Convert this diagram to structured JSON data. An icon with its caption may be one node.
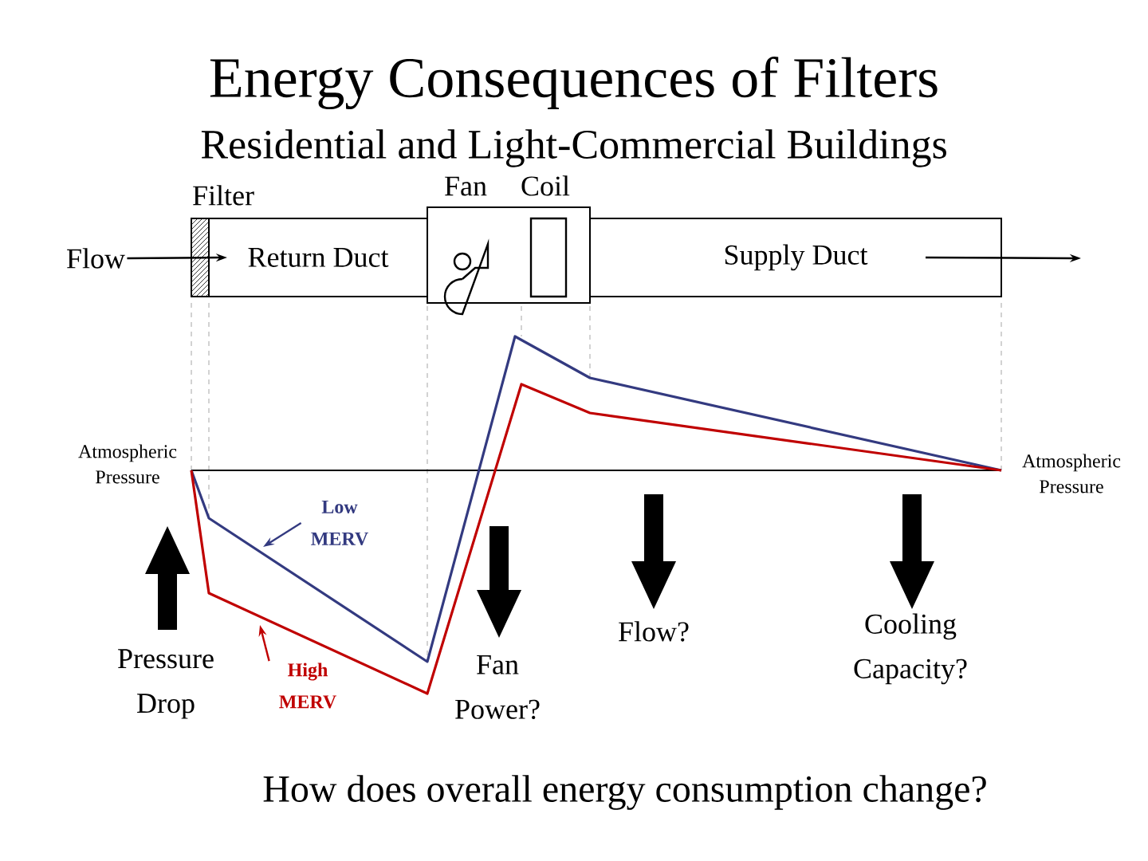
{
  "diagram": {
    "title": "Energy Consequences of Filters",
    "caption": "How does overall energy consumption change?",
    "nodes": [
      {
        "text": [
          "Flow"
        ]
      },
      {
        "text": [
          "Filter"
        ]
      },
      {
        "text": [
          "Return Duct"
        ]
      },
      {
        "text": [
          "Fan",
          "Coil"
        ]
      },
      {
        "text": [
          "Supply Duct"
        ]
      },
      {
        "text": [
          "Low MERV"
        ]
      },
      {
        "text": [
          "High MERV"
        ]
      }
    ],
    "edges": [
      {
        "from": 0,
        "to": 2,
        "arrow": "to"
      },
      {
        "from": 4,
        "to": null,
        "arrow": "to"
      },
      {
        "from": 5,
        "to": null,
        "arrow": "to",
        "color": "#333a80"
      },
      {
        "from": 6,
        "to": null,
        "arrow": "to",
        "color": "#c00000"
      }
    ],
    "labels": [
      "Residential and Light-Commercial Buildings",
      "Atmospheric Pressure",
      "Atmospheric Pressure",
      "Pressure Drop",
      "Fan Power?",
      "Flow?",
      "Cooling Capacity?"
    ]
  }
}
